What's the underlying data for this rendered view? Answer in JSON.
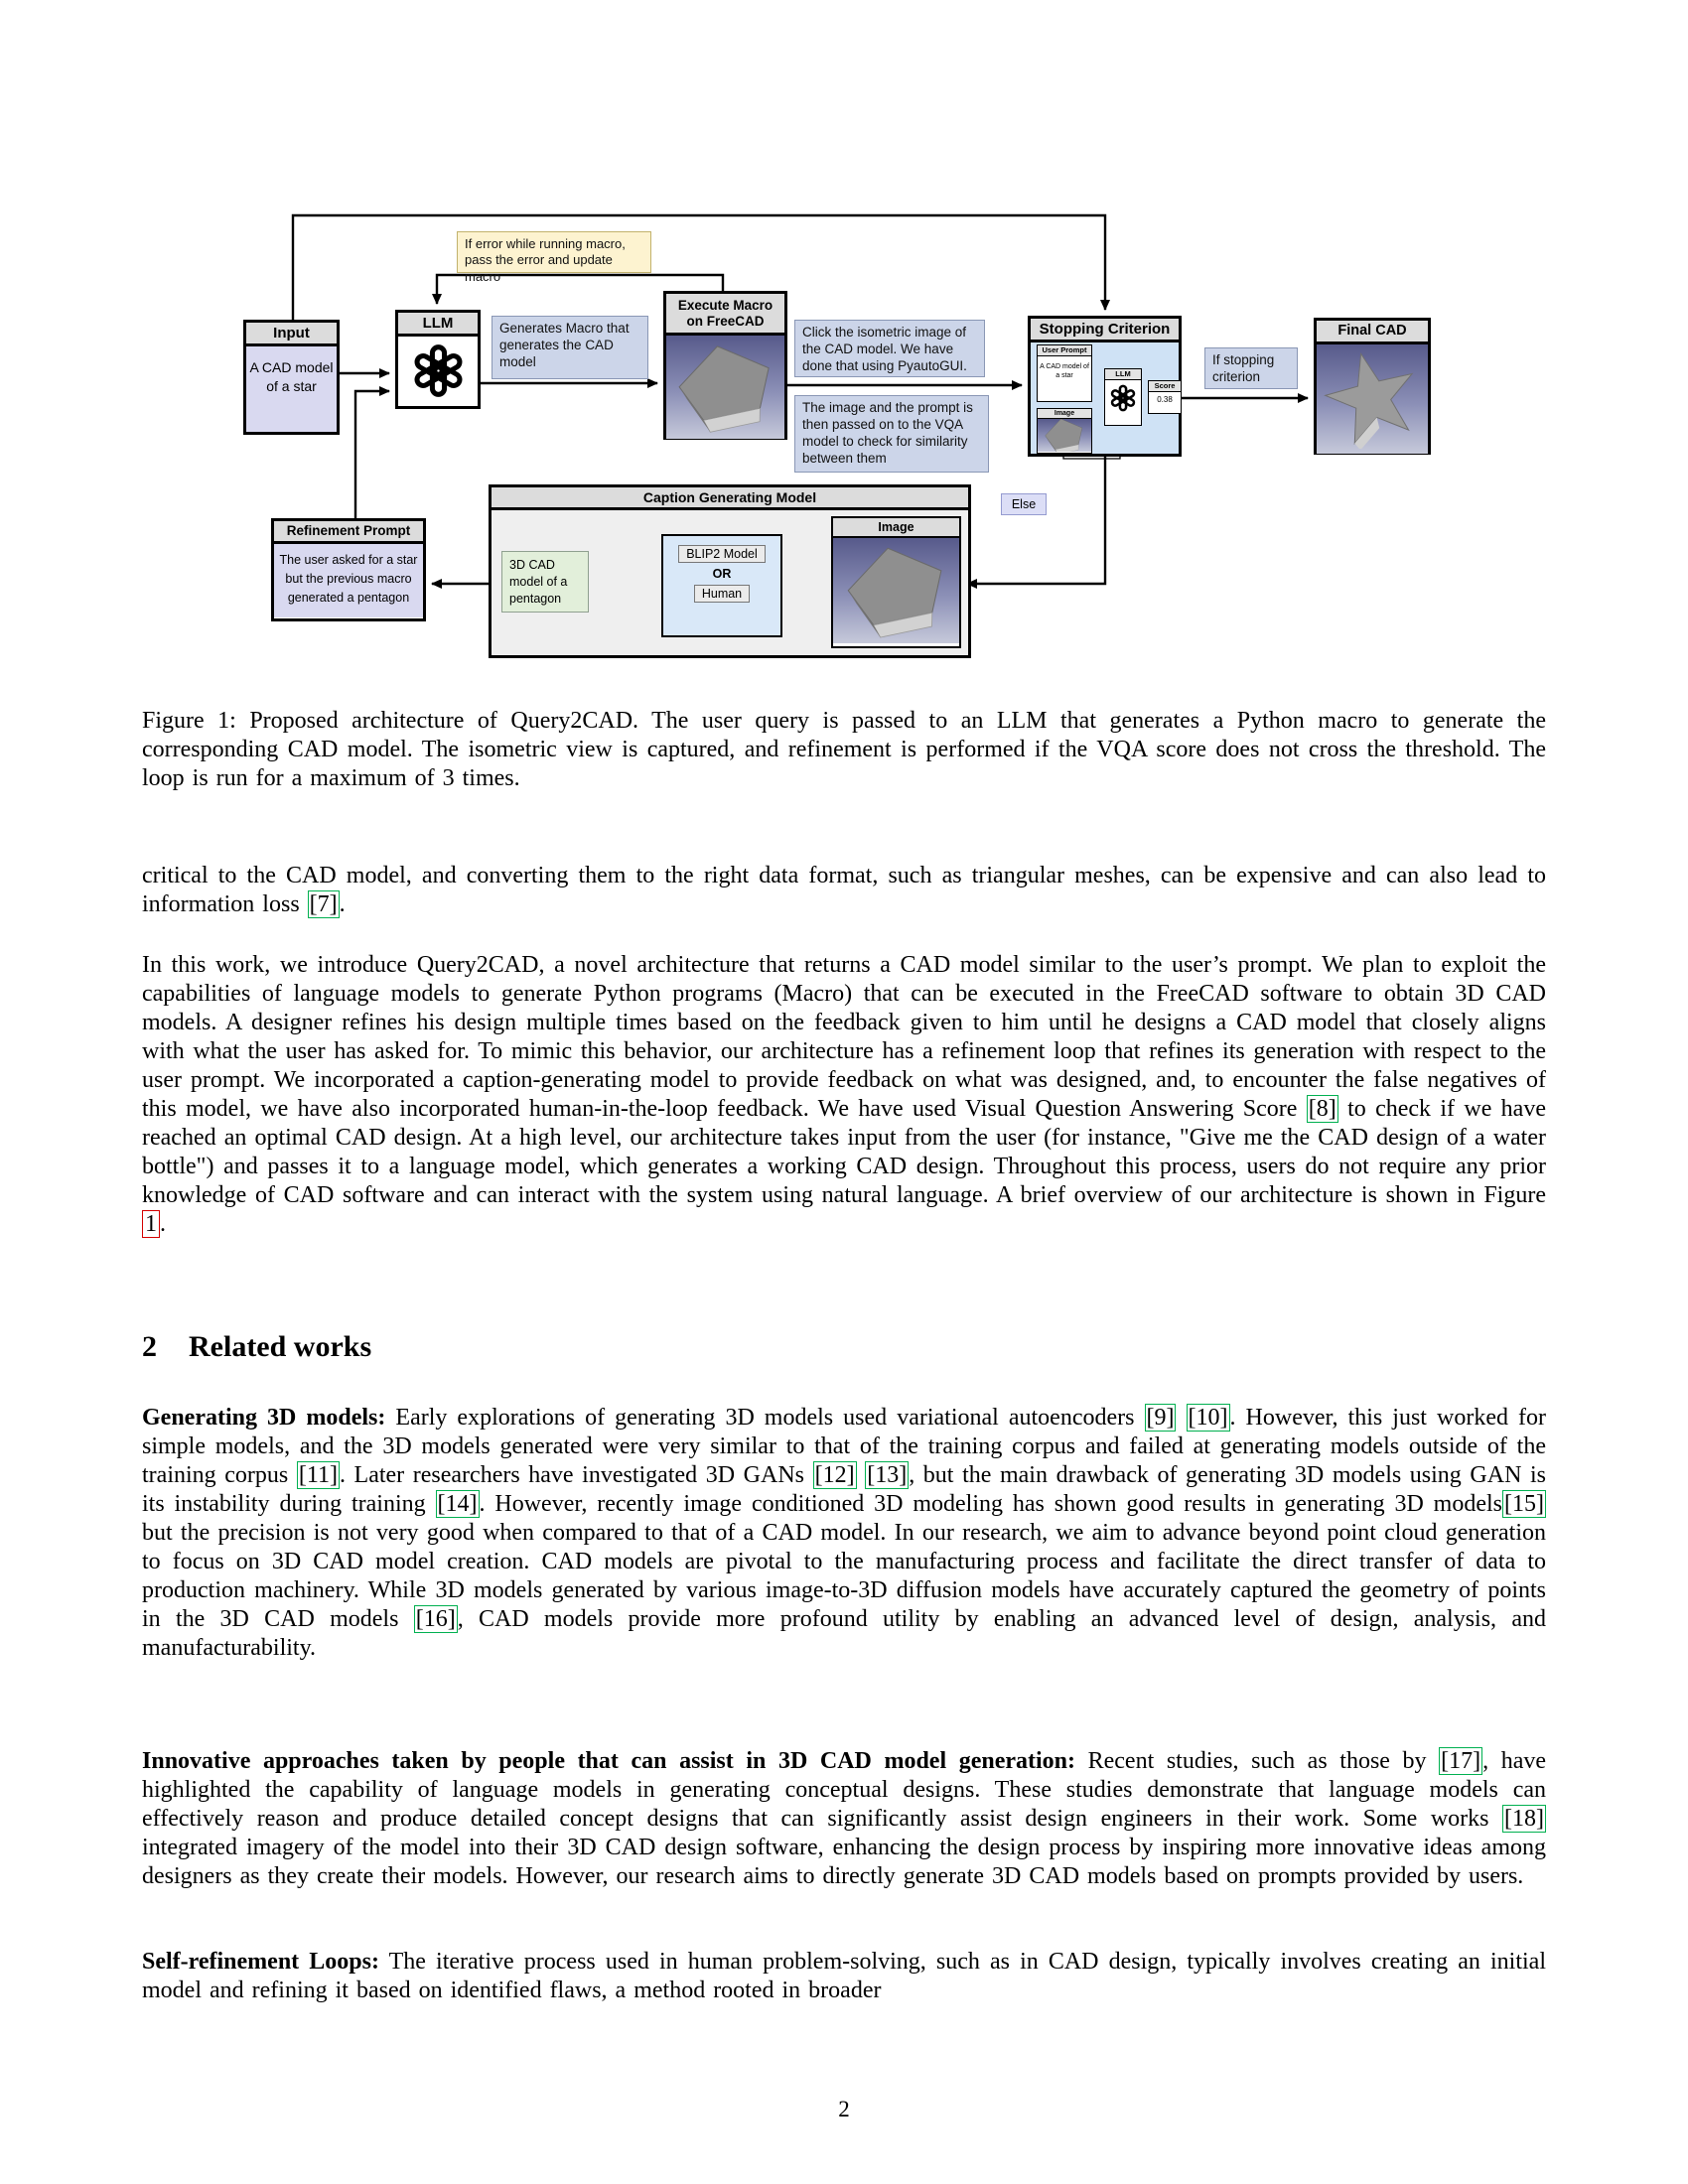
{
  "diagram": {
    "error_note": "If error while running macro, pass the error and update macro",
    "input": {
      "title": "Input",
      "body": "A CAD model of a star"
    },
    "llm": {
      "title": "LLM"
    },
    "gen_macro_note": "Generates Macro that generates the CAD model",
    "execute_macro": {
      "title": "Execute Macro on FreeCAD"
    },
    "click_note": "Click the isometric image of the CAD model. We have done that using PyautoGUI.",
    "vqa_note": "The image and the prompt is then passed on to the VQA model to check for similarity between them",
    "stopping_criterion": {
      "title": "Stopping Criterion",
      "user_prompt_title": "User Prompt",
      "user_prompt_body": "A CAD model of a star",
      "image_title": "Image",
      "llm_title": "LLM",
      "score_title": "Score",
      "score_value": "0.38"
    },
    "if_stopping_note": "If stopping criterion",
    "final_cad": {
      "title": "Final CAD"
    },
    "else_label": "Else",
    "caption_model": {
      "title": "Caption Generating Model",
      "output_caption": "3D CAD model of a pentagon",
      "blip2_label": "BLIP2 Model",
      "or_label": "OR",
      "human_label": "Human",
      "image_title": "Image"
    },
    "refinement_prompt": {
      "title": "Refinement Prompt",
      "body": "The user asked for a star but the previous macro generated a pentagon"
    }
  },
  "figure_caption": "Figure 1: Proposed architecture of Query2CAD. The user query is passed to an LLM that generates a Python macro to generate the corresponding CAD model. The isometric view is captured, and refinement is performed if the VQA score does not cross the threshold. The loop is run for a maximum of 3 times.",
  "section": {
    "number": "2",
    "title": "Related works"
  },
  "page_number": "2",
  "colors": {
    "citation_green": "#00b050",
    "figure_ref_red": "#d40000",
    "note_blue": "#ccd5e9",
    "note_yellow": "#fdf3d0",
    "lavender": "#d9d9f0",
    "light_green": "#e2efda",
    "stopping_blue": "#cfe2f5",
    "header_gray": "#dcdcdc"
  },
  "paragraphs": [
    {
      "segments": [
        {
          "t": "critical to the CAD model, and converting them to the right data format, such as triangular meshes, can be expensive and can also lead to information loss "
        },
        {
          "cite": "7"
        },
        {
          "t": "."
        }
      ]
    },
    {
      "segments": [
        {
          "t": "In this work, we introduce Query2CAD, a novel architecture that returns a CAD model similar to the user’s prompt.  We plan to exploit the capabilities of language models to generate Python programs (Macro) that can be executed in the FreeCAD software to obtain 3D CAD models.  A designer refines his design multiple times based on the feedback given to him until he designs a CAD model that closely aligns with what the user has asked for. To mimic this behavior, our architecture has a refinement loop that refines its generation with respect to the user prompt. We incorporated a caption-generating model to provide feedback on what was designed, and, to encounter the false negatives of this model, we have also incorporated human-in-the-loop feedback.  We have used Visual Question Answering Score "
        },
        {
          "cite": "8"
        },
        {
          "t": " to check if we have reached an optimal CAD design. At a high level, our architecture takes input from the user (for instance, \"Give me the CAD design of a water bottle\") and passes it to a language model, which generates a working CAD design. Throughout this process, users do not require any prior knowledge of CAD software and can interact with the system using natural language. A brief overview of our architecture is shown in Figure "
        },
        {
          "figref": "1"
        },
        {
          "t": "."
        }
      ]
    },
    {
      "segments": [
        {
          "b": "Generating 3D models:"
        },
        {
          "t": " Early explorations of generating 3D models used variational autoencoders "
        },
        {
          "cite": "9"
        },
        {
          "t": " "
        },
        {
          "cite": "10"
        },
        {
          "t": ". However, this just worked for simple models, and the 3D models generated were very similar to that of the training corpus and failed at generating models outside of the training corpus "
        },
        {
          "cite": "11"
        },
        {
          "t": ". Later researchers have investigated 3D GANs "
        },
        {
          "cite": "12"
        },
        {
          "t": " "
        },
        {
          "cite": "13"
        },
        {
          "t": ", but the main drawback of generating 3D models using GAN is its instability during training "
        },
        {
          "cite": "14"
        },
        {
          "t": ". However, recently image conditioned 3D modeling has shown good results in generating 3D models"
        },
        {
          "cite": "15"
        },
        {
          "t": " but the precision is not very good when compared to that of a CAD model. In our research, we aim to advance beyond point cloud generation to focus on 3D CAD model creation.  CAD models are pivotal to the manufacturing process and facilitate the direct transfer of data to production machinery. While 3D models generated by various image-to-3D diffusion models have accurately captured the geometry of points in the 3D CAD models "
        },
        {
          "cite": "16"
        },
        {
          "t": ", CAD models provide more profound utility by enabling an advanced level of design, analysis, and manufacturability."
        }
      ]
    },
    {
      "segments": [
        {
          "b": "Innovative approaches taken by people that can assist in 3D CAD model generation:"
        },
        {
          "t": "  Recent studies, such as those by "
        },
        {
          "cite": "17"
        },
        {
          "t": ", have highlighted the capability of language models in generating conceptual designs.  These studies demonstrate that language models can effectively reason and produce detailed concept designs that can significantly assist design engineers in their work. Some works "
        },
        {
          "cite": "18"
        },
        {
          "t": " integrated imagery of the model into their 3D CAD design software, enhancing the design process by inspiring more innovative ideas among designers as they create their models. However, our research aims to directly generate 3D CAD models based on prompts provided by users."
        }
      ]
    },
    {
      "segments": [
        {
          "b": "Self-refinement Loops:"
        },
        {
          "t": " The iterative process used in human problem-solving, such as in CAD design, typically involves creating an initial model and refining it based on identified flaws, a method rooted in broader"
        }
      ]
    }
  ]
}
